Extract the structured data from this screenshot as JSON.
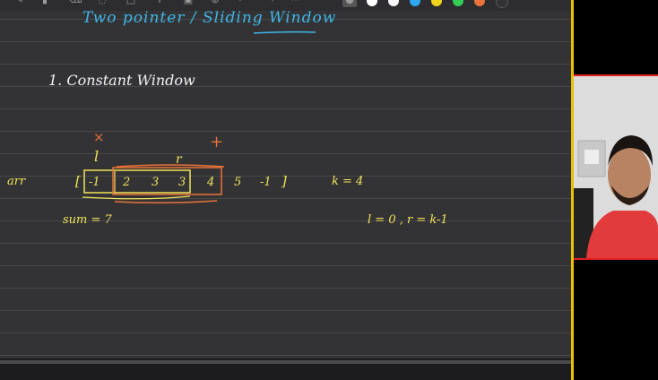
{
  "board": {
    "title": "Two pointer / Sliding Window",
    "heading": "1. Constant Window",
    "array_label": "arr",
    "array_open": "[",
    "array_close": "]",
    "array_values": [
      "-1",
      "2",
      "3",
      "3",
      "4",
      "5",
      "-1"
    ],
    "pointer_left": "l",
    "pointer_right": "r",
    "mark_left": "×",
    "mark_right": "+",
    "k_expression": "k = 4",
    "sum_expression": "sum  =  7",
    "init_expression": "l = 0 ,  r = k-1"
  },
  "toolbar": {
    "tools": [
      "pen-icon",
      "highlighter-icon",
      "eraser-icon",
      "lasso-icon",
      "shape-icon",
      "text-icon",
      "image-icon",
      "insert-icon",
      "more-icon"
    ],
    "colors": [
      "#ffffff",
      "#2fa7ee",
      "#f2d31b",
      "#33cc55",
      "#e9733a"
    ]
  },
  "colors": {
    "title": "#3fb6e8",
    "ink": "#f2f2f2",
    "yellow": "#f0e45a",
    "orange": "#e9733a",
    "divider": "#e8c200",
    "webcam_border": "#e32020"
  }
}
